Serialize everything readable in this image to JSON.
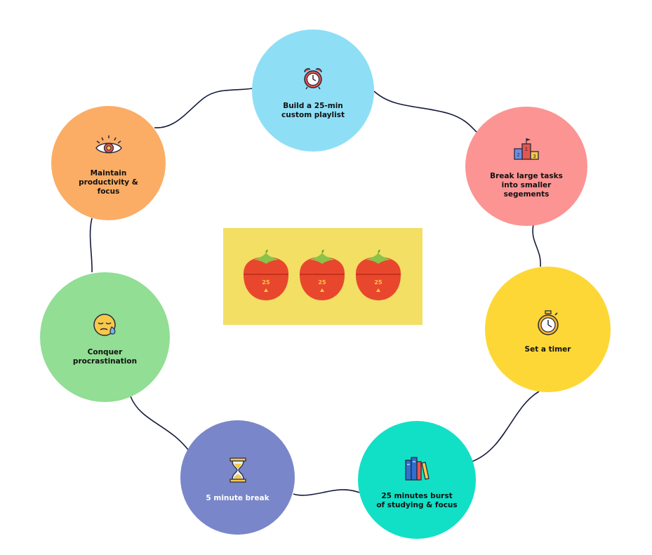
{
  "steps": [
    {
      "label": "Build a 25-min\ncustom playlist",
      "icon": "alarm-clock-icon",
      "color": "#8edff6"
    },
    {
      "label": "Break large tasks\ninto smaller\nsegements",
      "icon": "podium-icon",
      "color": "#fb9493"
    },
    {
      "label": "Set a timer",
      "icon": "stopwatch-icon",
      "color": "#fdd735"
    },
    {
      "label": "25 minutes burst\nof studying & focus",
      "icon": "books-icon",
      "color": "#11e0c7"
    },
    {
      "label": "5 minute break",
      "icon": "hourglass-icon",
      "color": "#7986c9"
    },
    {
      "label": "Conquer\nprocrastination",
      "icon": "sleepy-face-icon",
      "color": "#91de94"
    },
    {
      "label": "Maintain\nproductivity &\nfocus",
      "icon": "eye-icon",
      "color": "#fbad65"
    }
  ],
  "center_image": {
    "background": "#f2df63",
    "tomato_timers": [
      {
        "label": "25",
        "icon": "tomato-timer-icon"
      },
      {
        "label": "25",
        "icon": "tomato-timer-icon"
      },
      {
        "label": "25",
        "icon": "tomato-timer-icon"
      }
    ]
  }
}
